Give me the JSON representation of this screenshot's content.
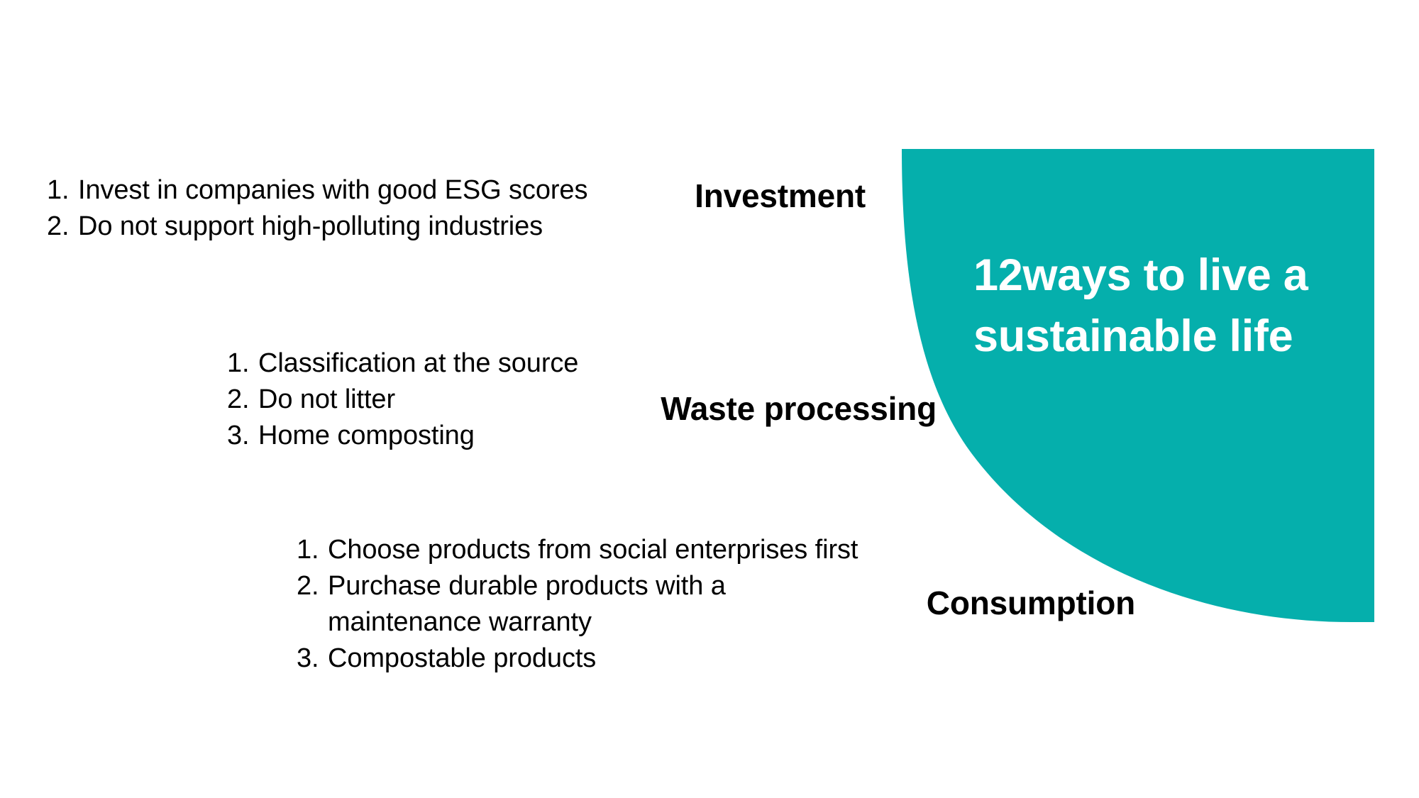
{
  "slide": {
    "background_color": "#ffffff",
    "accent_color": "#05afac",
    "text_color": "#000000",
    "hero_text_color": "#ffffff"
  },
  "hero": {
    "title": "12ways to live a\nsustainable life",
    "title_line_1": "12ways to live a",
    "title_line_2": "sustainable life"
  },
  "sections": [
    {
      "label": "Investment",
      "items": [
        {
          "marker": "1.",
          "text": "Invest in companies with good ESG scores"
        },
        {
          "marker": "2.",
          "text": "Do not support high-polluting industries"
        }
      ]
    },
    {
      "label": "Waste processing",
      "items": [
        {
          "marker": "1.",
          "text": "Classification at the source"
        },
        {
          "marker": "2.",
          "text": "Do not litter"
        },
        {
          "marker": "3.",
          "text": "Home composting"
        }
      ]
    },
    {
      "label": "Consumption",
      "items": [
        {
          "marker": "1.",
          "text": "Choose products from social enterprises first"
        },
        {
          "marker": "2.",
          "text": "Purchase durable products with a"
        },
        {
          "marker": "",
          "text": "maintenance warranty"
        },
        {
          "marker": "3.",
          "text": "Compostable products"
        }
      ]
    }
  ]
}
